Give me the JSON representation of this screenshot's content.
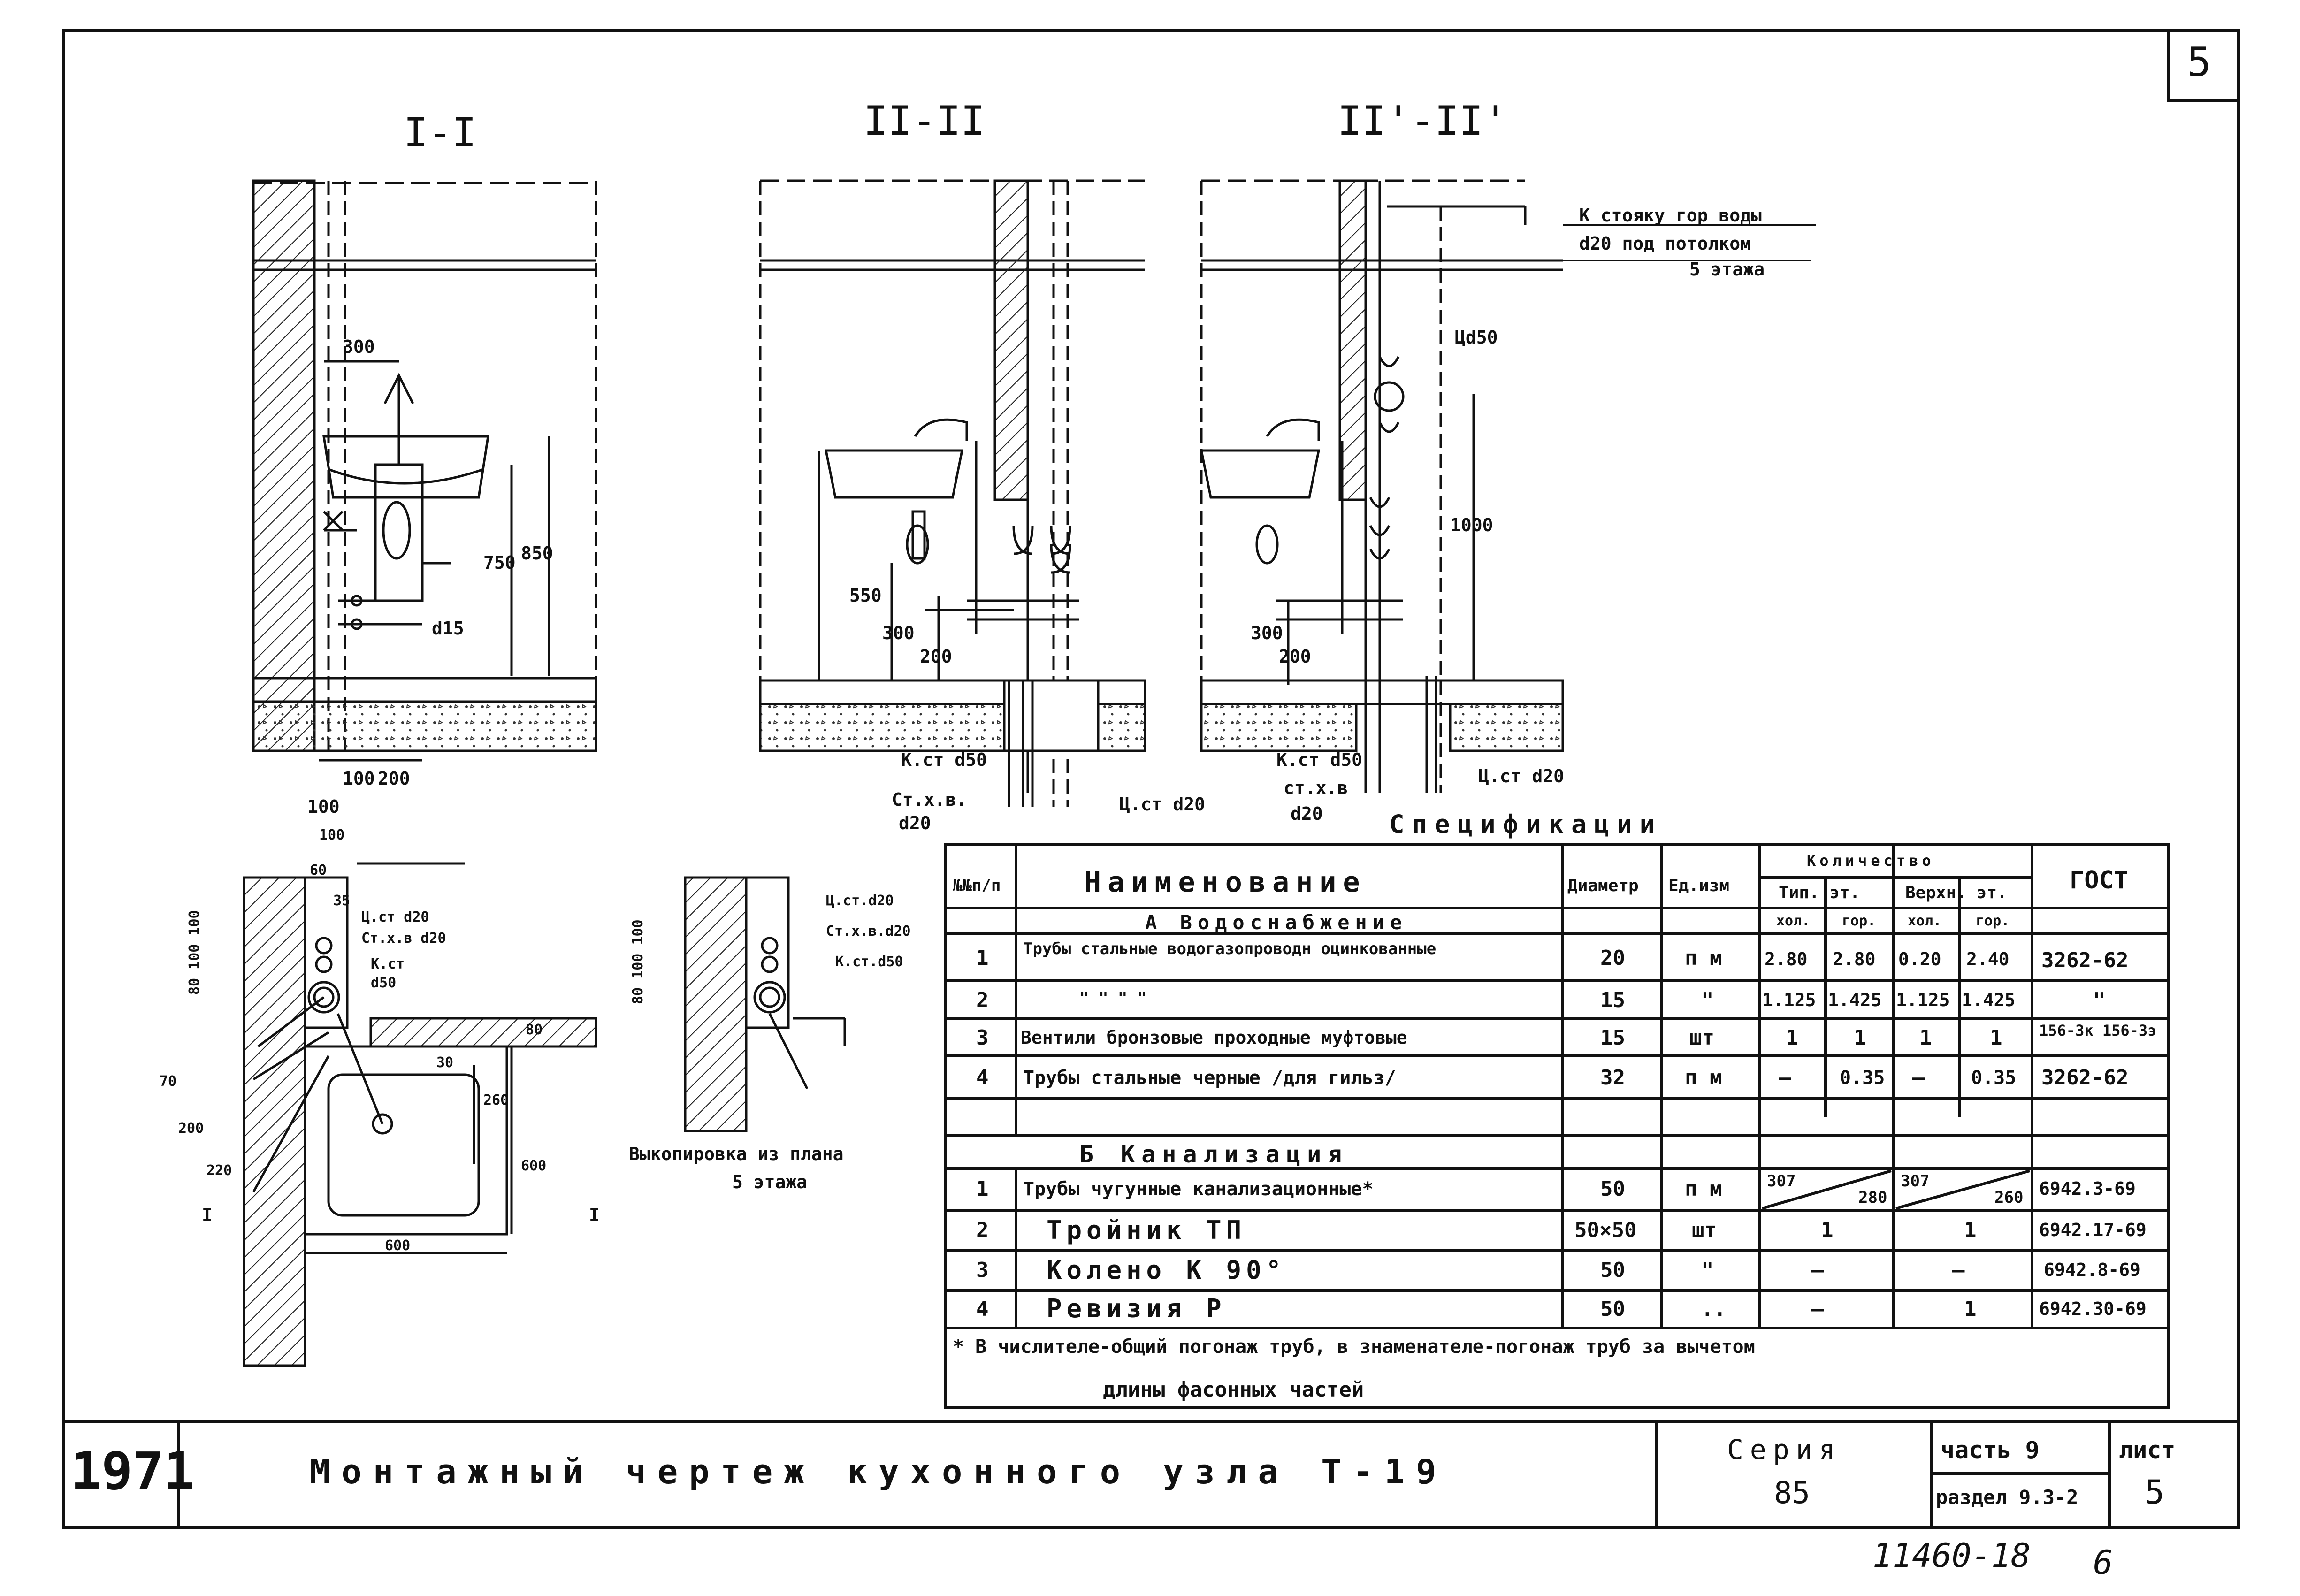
{
  "sheet": {
    "number": "5",
    "stamp_year": "1971",
    "title": "Монтажный чертеж кухонного узла Т-19",
    "series_label": "Серия",
    "series_value": "85",
    "part": "часть 9",
    "section": "раздел 9.3-2",
    "sheet_label": "лист",
    "sheet_value": "5",
    "archive_number": "11460-18",
    "archive_suffix": "6"
  },
  "views": {
    "section_1": "I-I",
    "section_2": "II-II",
    "section_3": "II'-II'",
    "plan_caption_1": "Выкопировка из плана",
    "plan_caption_2": "5 этажа",
    "note_riser_1": "К стояку гор воды",
    "note_riser_2": "d20 под потолком",
    "note_riser_3": "5 этажа"
  },
  "dims": {
    "d300": "300",
    "d750": "750",
    "d850": "850",
    "d15": "d15",
    "d100a": "100",
    "d200a": "200",
    "d100b": "100",
    "d550": "550",
    "d300b": "300",
    "d200b": "200",
    "d1000": "1000",
    "dd50": "Цd50",
    "d300c": "300",
    "d200c": "200",
    "p100": "100",
    "p60": "60",
    "p35": "35",
    "p80": "80 100 100",
    "p70": "70",
    "p200": "200",
    "p220": "220",
    "p260": "260",
    "p600a": "600",
    "p600b": "600",
    "p30": "30",
    "p80b": "80",
    "p80c": "80 100 100",
    "m1": "I",
    "m2": "I"
  },
  "pipe_labels": {
    "kst50_a": "К.ст d50",
    "stxv_a": "Ст.х.в.",
    "d20_a": "d20",
    "cst20_a": "Ц.ст d20",
    "kst50_b": "К.ст d50",
    "stxv_b": "ст.х.в",
    "d20_b": "d20",
    "cst20_b": "Ц.ст d20",
    "plan1_cst": "Ц.ст d20",
    "plan1_stxv": "Ст.х.в d20",
    "plan1_kst": "К.ст",
    "plan1_d50": "d50",
    "plan2_cst": "Ц.ст.d20",
    "plan2_stxv": "Ст.х.в.d20",
    "plan2_kst": "К.ст.d50"
  },
  "spec": {
    "title": "Спецификации",
    "head_no": "№№п/п",
    "head_name": "Наименование",
    "head_dia": "Диаметр",
    "head_unit": "Ед.изм",
    "head_qty": "Количество",
    "head_typ": "Тип. эт.",
    "head_top": "Верхн. эт.",
    "head_cold": "хол.",
    "head_hot": "гор.",
    "head_cold2": "хол.",
    "head_hot2": "гор.",
    "head_gost": "ГОСТ",
    "section_a": "А Водоснабжение",
    "section_b": "Б Канализация",
    "rows_a": [
      {
        "no": "1",
        "name": "Трубы стальные водогазопроводн оцинкованные",
        "dia": "20",
        "unit": "п м",
        "c1": "2.80",
        "h1": "2.80",
        "c2": "0.20",
        "h2": "2.40",
        "gost": "3262-62"
      },
      {
        "no": "2",
        "name": "\"        \"        \"        \"",
        "dia": "15",
        "unit": "\"",
        "c1": "1.125",
        "h1": "1.425",
        "c2": "1.125",
        "h2": "1.425",
        "gost": "\""
      },
      {
        "no": "3",
        "name": "Вентили бронзовые проходные муфтовые",
        "dia": "15",
        "unit": "шт",
        "c1": "1",
        "h1": "1",
        "c2": "1",
        "h2": "1",
        "gost": "156-3к 156-3э"
      },
      {
        "no": "4",
        "name": "Трубы стальные черные /для гильз/",
        "dia": "32",
        "unit": "п м",
        "c1": "—",
        "h1": "0.35",
        "c2": "—",
        "h2": "0.35",
        "gost": "3262-62"
      }
    ],
    "rows_b": [
      {
        "no": "1",
        "name": "Трубы чугунные канализационные*",
        "dia": "50",
        "unit": "п м",
        "q1a": "307",
        "q1b": "280",
        "q2a": "307",
        "q2b": "260",
        "gost": "6942.3-69"
      },
      {
        "no": "2",
        "name": "Тройник ТП",
        "dia": "50×50",
        "unit": "шт",
        "q1": "1",
        "q2": "1",
        "gost": "6942.17-69"
      },
      {
        "no": "3",
        "name": "Колено К 90°",
        "dia": "50",
        "unit": "\"",
        "q1": "—",
        "q2": "—",
        "gost": "6942.8-69"
      },
      {
        "no": "4",
        "name": "Ревизия Р",
        "dia": "50",
        "unit": "..",
        "q1": "—",
        "q2": "1",
        "gost": "6942.30-69"
      }
    ],
    "footnote_1": "* В числителе-общий погонаж труб, в знаменателе-погонаж труб за вычетом",
    "footnote_2": "длины фасонных частей"
  }
}
